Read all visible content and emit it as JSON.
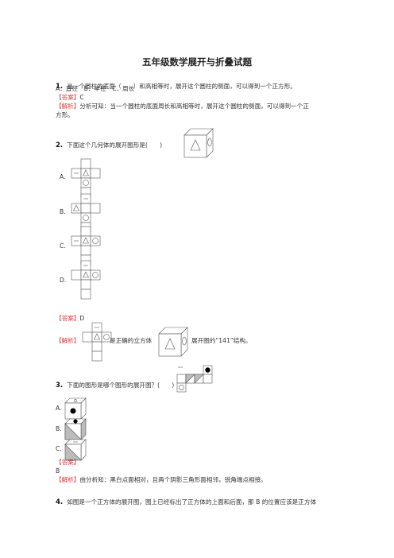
{
  "doc": {
    "title": "五年级数学展开与折叠试题"
  },
  "labels": {
    "answer": "【答案】",
    "analysis": "【解析】"
  },
  "q1": {
    "num": "1.",
    "stem": "当一个圆柱的底面（　　）和高相等时，展开这个圆柱的侧面，可以得到一个正方形。",
    "options": "A．直径　B．半径　C．周长",
    "answer": "C",
    "analysis_line1": "分析可知：当一个圆柱的底面周长和高相等时，展开这个圆柱的侧面，可以得到一个正",
    "analysis_line2": "方形。"
  },
  "q2": {
    "num": "2.",
    "stem": "下面这个几何体的展开图形是(　　)",
    "opt_a": "A.",
    "opt_b": "B.",
    "opt_c": "C.",
    "opt_d": "D.",
    "answer": "D",
    "analysis_mid": "是正确的立方体",
    "analysis_end": "展开图的“141”结构。"
  },
  "q3": {
    "num": "3.",
    "stem": "下面的图形是哪个图形的展开图？(　　)",
    "opt_a": "A.",
    "opt_b": "B.",
    "opt_c": "C.",
    "answer_label": "【答案】",
    "answer": "B",
    "analysis": "由分析知：黑白点面相对，且两个阴影三角形面相邻，锐角端点相接。"
  },
  "q4": {
    "num": "4.",
    "stem": "如图是一个正方体的展开图，图上已经标出了正方体的上面和后面，那 B 的位置应该是正方体"
  }
}
